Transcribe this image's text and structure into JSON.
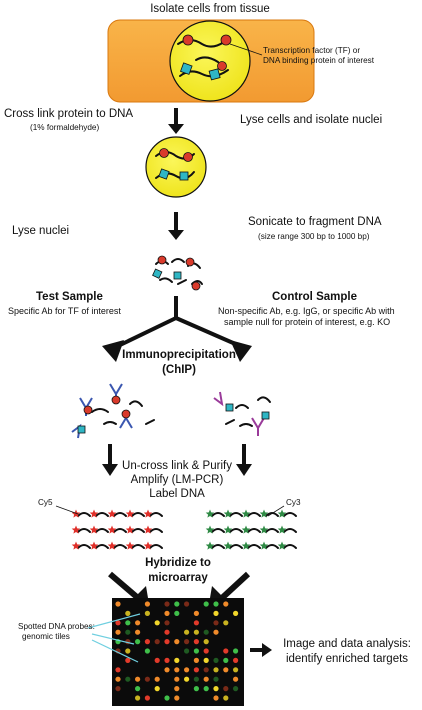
{
  "steps": {
    "isolate": "Isolate cells from tissue",
    "crosslink": "Cross link protein to DNA",
    "crosslink_note": "(1% formaldehyde)",
    "lyse_cells": "Lyse cells and isolate nuclei",
    "lyse_nuclei": "Lyse nuclei",
    "sonicate": "Sonicate to fragment DNA",
    "sonicate_note": "(size range 300 bp to 1000 bp)",
    "ip_line1": "Immunoprecipitation",
    "ip_line2": "(ChIP)",
    "uncross_line1": "Un-cross link & Purify",
    "uncross_line2": "Amplify (LM-PCR)",
    "uncross_line3": "Label DNA",
    "hybridize_line1": "Hybridize to",
    "hybridize_line2": "microarray",
    "analysis_line1": "Image and data analysis:",
    "analysis_line2": "identify enriched targets"
  },
  "annotations": {
    "tf_line1": "Transcription factor (TF) or",
    "tf_line2": "DNA binding protein of interest",
    "cy5": "Cy5",
    "cy3": "Cy3",
    "probes_line1": "Spotted DNA probes:",
    "probes_line2": "genomic tiles"
  },
  "test_sample": {
    "title": "Test Sample",
    "desc": "Specific Ab for TF of interest"
  },
  "control_sample": {
    "title": "Control Sample",
    "desc_line1": "Non-specific Ab, e.g. IgG, or specific Ab with",
    "desc_line2": "sample null for protein of interest, e.g. KO"
  },
  "colors": {
    "cell_fill": "#f7a840",
    "cell_edge": "#e07a10",
    "nucleus_fill": "#f5ee2a",
    "tf_red": "#d93a2b",
    "protein_cyan": "#2fb6c4",
    "test_antibody": "#3b57b0",
    "control_antibody": "#9a3b9a",
    "cy5_star": "#e0302a",
    "cy3_star": "#2f8a45",
    "array_bg": "#0b0b0b"
  }
}
